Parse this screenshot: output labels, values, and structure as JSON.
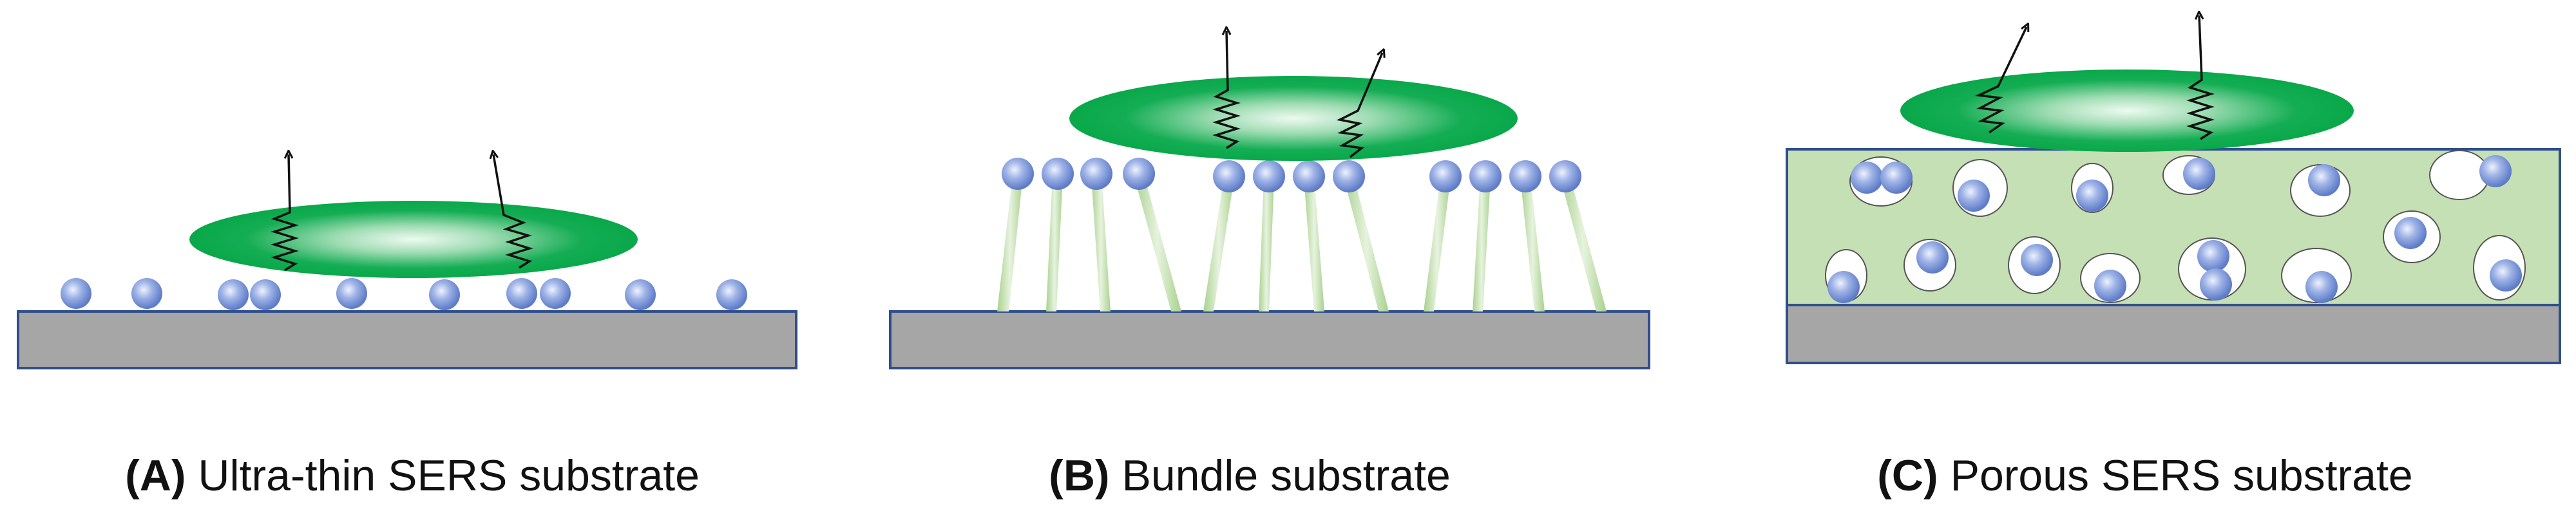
{
  "panels": [
    {
      "letter": "(A)",
      "title": "Ultra-thin SERS substrate"
    },
    {
      "letter": "(B)",
      "title": "Bundle substrate"
    },
    {
      "letter": "(C)",
      "title": "Porous SERS substrate"
    }
  ],
  "colors": {
    "substrate_fill": "#a6a6a6",
    "substrate_edge": "#2f4e8c",
    "analyte_green": "#0aa84a",
    "analyte_center": "#e9f8ee",
    "particle_blue": "#7f98d8",
    "pillar_green": "#c6e3b5",
    "porous_layer": "#c5e0b4"
  }
}
